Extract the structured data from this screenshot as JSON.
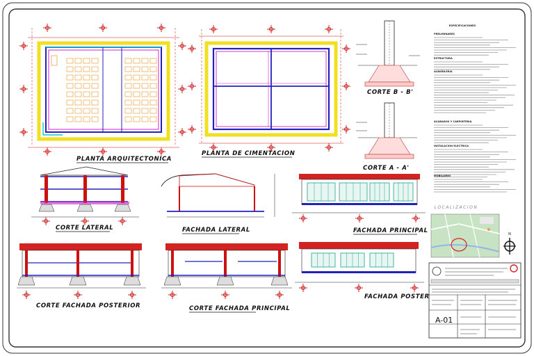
{
  "sheet": {
    "views": {
      "planta_arquitectonica": "PLANTA ARQUITECTONICA",
      "planta_cimentacion": "PLANTA DE CIMENTACION",
      "corte_b": "CORTE B - B'",
      "corte_a": "CORTE A - A'",
      "corte_lateral": "CORTE LATERAL",
      "fachada_lateral": "FACHADA LATERAL",
      "fachada_principal": "FACHADA PRINCIPAL",
      "corte_fachada_posterior": "CORTE FACHADA POSTERIOR",
      "corte_fachada_principal": "CORTE FACHADA PRINCIPAL",
      "fachada_posterior": "FACHADA POSTERIOR"
    },
    "specifications": {
      "title": "ESPECIFICACIONES",
      "sections": [
        "PRELIMINARES",
        "ESTRUCTURA",
        "ALBAÑILERIA",
        "ACABADOS Y CARPINTERIA",
        "INSTALACION ELECTRICA",
        "MOBILIARIO"
      ]
    },
    "localizacion": {
      "title": "LOCALIZACION",
      "north": "N"
    },
    "title_block": {
      "sheet_code": "A-01"
    },
    "colors": {
      "grid_red": "#cc1111",
      "wall_blue": "#2222bb",
      "beam_magenta": "#cc22cc",
      "footing_yellow": "#f0e020",
      "cyan": "#11c4d8",
      "desk_orange": "#e8a040",
      "window_teal": "#1ba38a",
      "roof_red": "#d22222",
      "map_green": "#c8e2c4"
    }
  }
}
